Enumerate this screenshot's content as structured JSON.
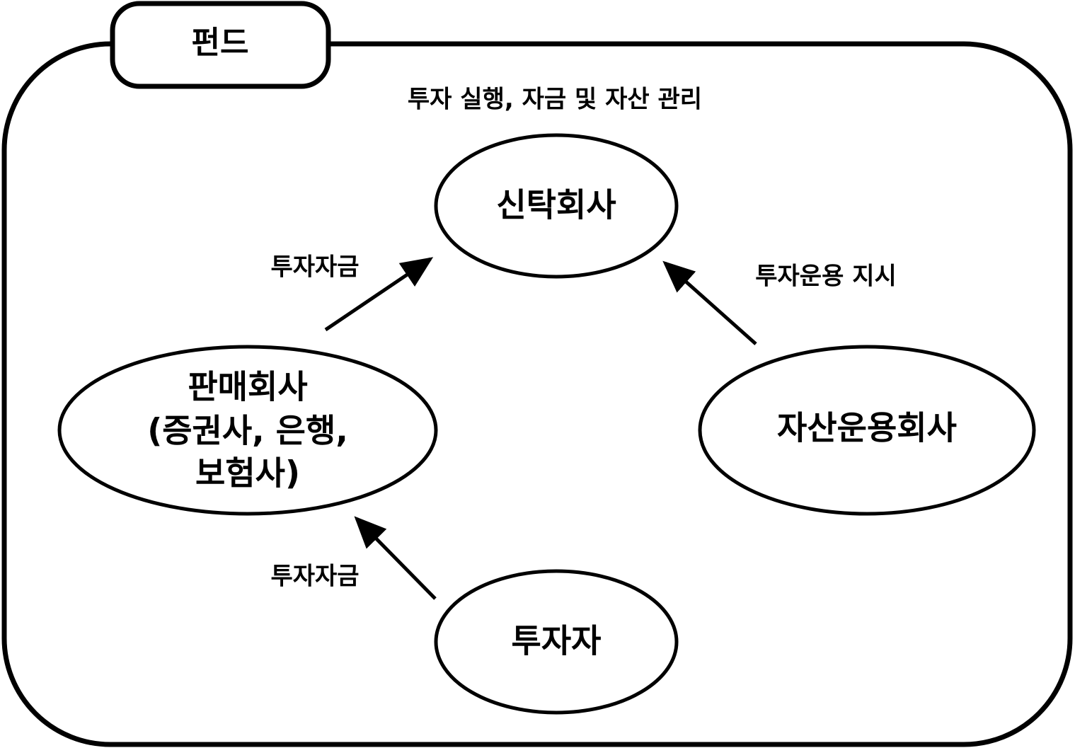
{
  "frame": {
    "tab_label": "펀드",
    "note": "투자 실행, 자금 및 자산 관리"
  },
  "nodes": {
    "trust": {
      "label": "신탁회사"
    },
    "sales": {
      "lines": [
        "판매회사",
        "(증권사, 은행,",
        "보험사)"
      ]
    },
    "asset_mgmt": {
      "label": "자산운용회사"
    },
    "investor": {
      "label": "투자자"
    }
  },
  "edges": {
    "sales_to_trust": {
      "label": "투자자금"
    },
    "asset_mgmt_to_trust": {
      "label": "투자운용 지시"
    },
    "investor_to_sales": {
      "label": "투자자금"
    }
  },
  "colors": {
    "stroke": "#000000",
    "background": "#ffffff"
  }
}
